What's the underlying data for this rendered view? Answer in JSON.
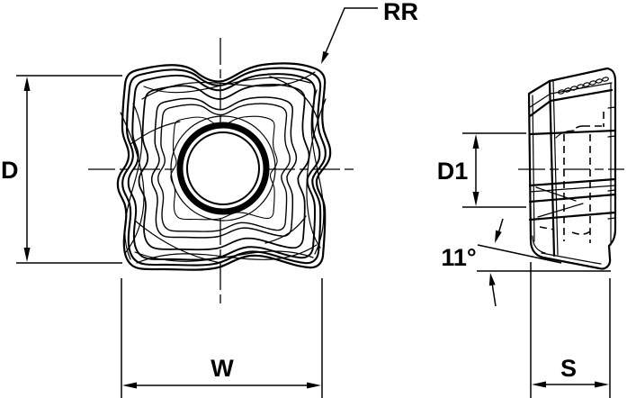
{
  "drawing": {
    "labels": {
      "corner_radius": "RR",
      "diameter": "D",
      "inscribed_diameter": "D1",
      "clearance_angle": "11°",
      "width": "W",
      "thickness": "S"
    },
    "colors": {
      "background": "#ffffff",
      "insert_fill": "#d8d8d8",
      "line": "#000000"
    }
  }
}
